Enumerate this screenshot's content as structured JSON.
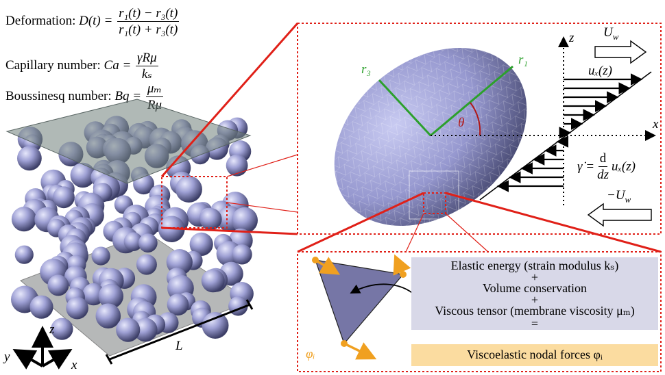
{
  "equations": {
    "deformation": {
      "label": "Deformation:",
      "lhs": "D(t) =",
      "num": "r₁(t) − r₃(t)",
      "den": "r₁(t) + r₃(t)"
    },
    "capillary": {
      "label": "Capillary number:",
      "lhs": "Ca =",
      "num": "γ̇Rμ",
      "den": "kₛ"
    },
    "boussinesq": {
      "label": "Boussinesq number:",
      "lhs": "Bq =",
      "num": "μₘ",
      "den": "Rμ"
    }
  },
  "labels": {
    "r3": "r₃",
    "r1": "r₁",
    "theta": "θ",
    "z_axis": "z",
    "x_axis": "x",
    "Uw": "Uᵥᵥ",
    "Uw_plain": "U",
    "Uw_sub": "w",
    "neg_Uw": "−U",
    "neg_Uw_sub": "w",
    "ux": "uₓ(z)",
    "shear_rate": "γ̇ =",
    "shear_d": "d",
    "shear_dz": "dz",
    "shear_u": "uₓ(z)",
    "phi": "φᵢ",
    "coord_z": "z",
    "coord_y": "y",
    "coord_x": "x",
    "L": "L"
  },
  "model_box": {
    "elastic": "Elastic energy (strain modulus kₛ)",
    "plus1": "+",
    "volume": "Volume conservation",
    "plus2": "+",
    "viscous": "Viscous tensor (membrane viscosity μₘ)",
    "equals": "=",
    "result": "Viscoelastic nodal forces φᵢ"
  },
  "colors": {
    "red": "#e02018",
    "green": "#2ca02c",
    "sphere": "#9a9cd0",
    "triangle": "#7676a6",
    "orange": "#f0a020",
    "lavender_box": "#d8d8e8",
    "yellow_box": "#fbdca0"
  }
}
